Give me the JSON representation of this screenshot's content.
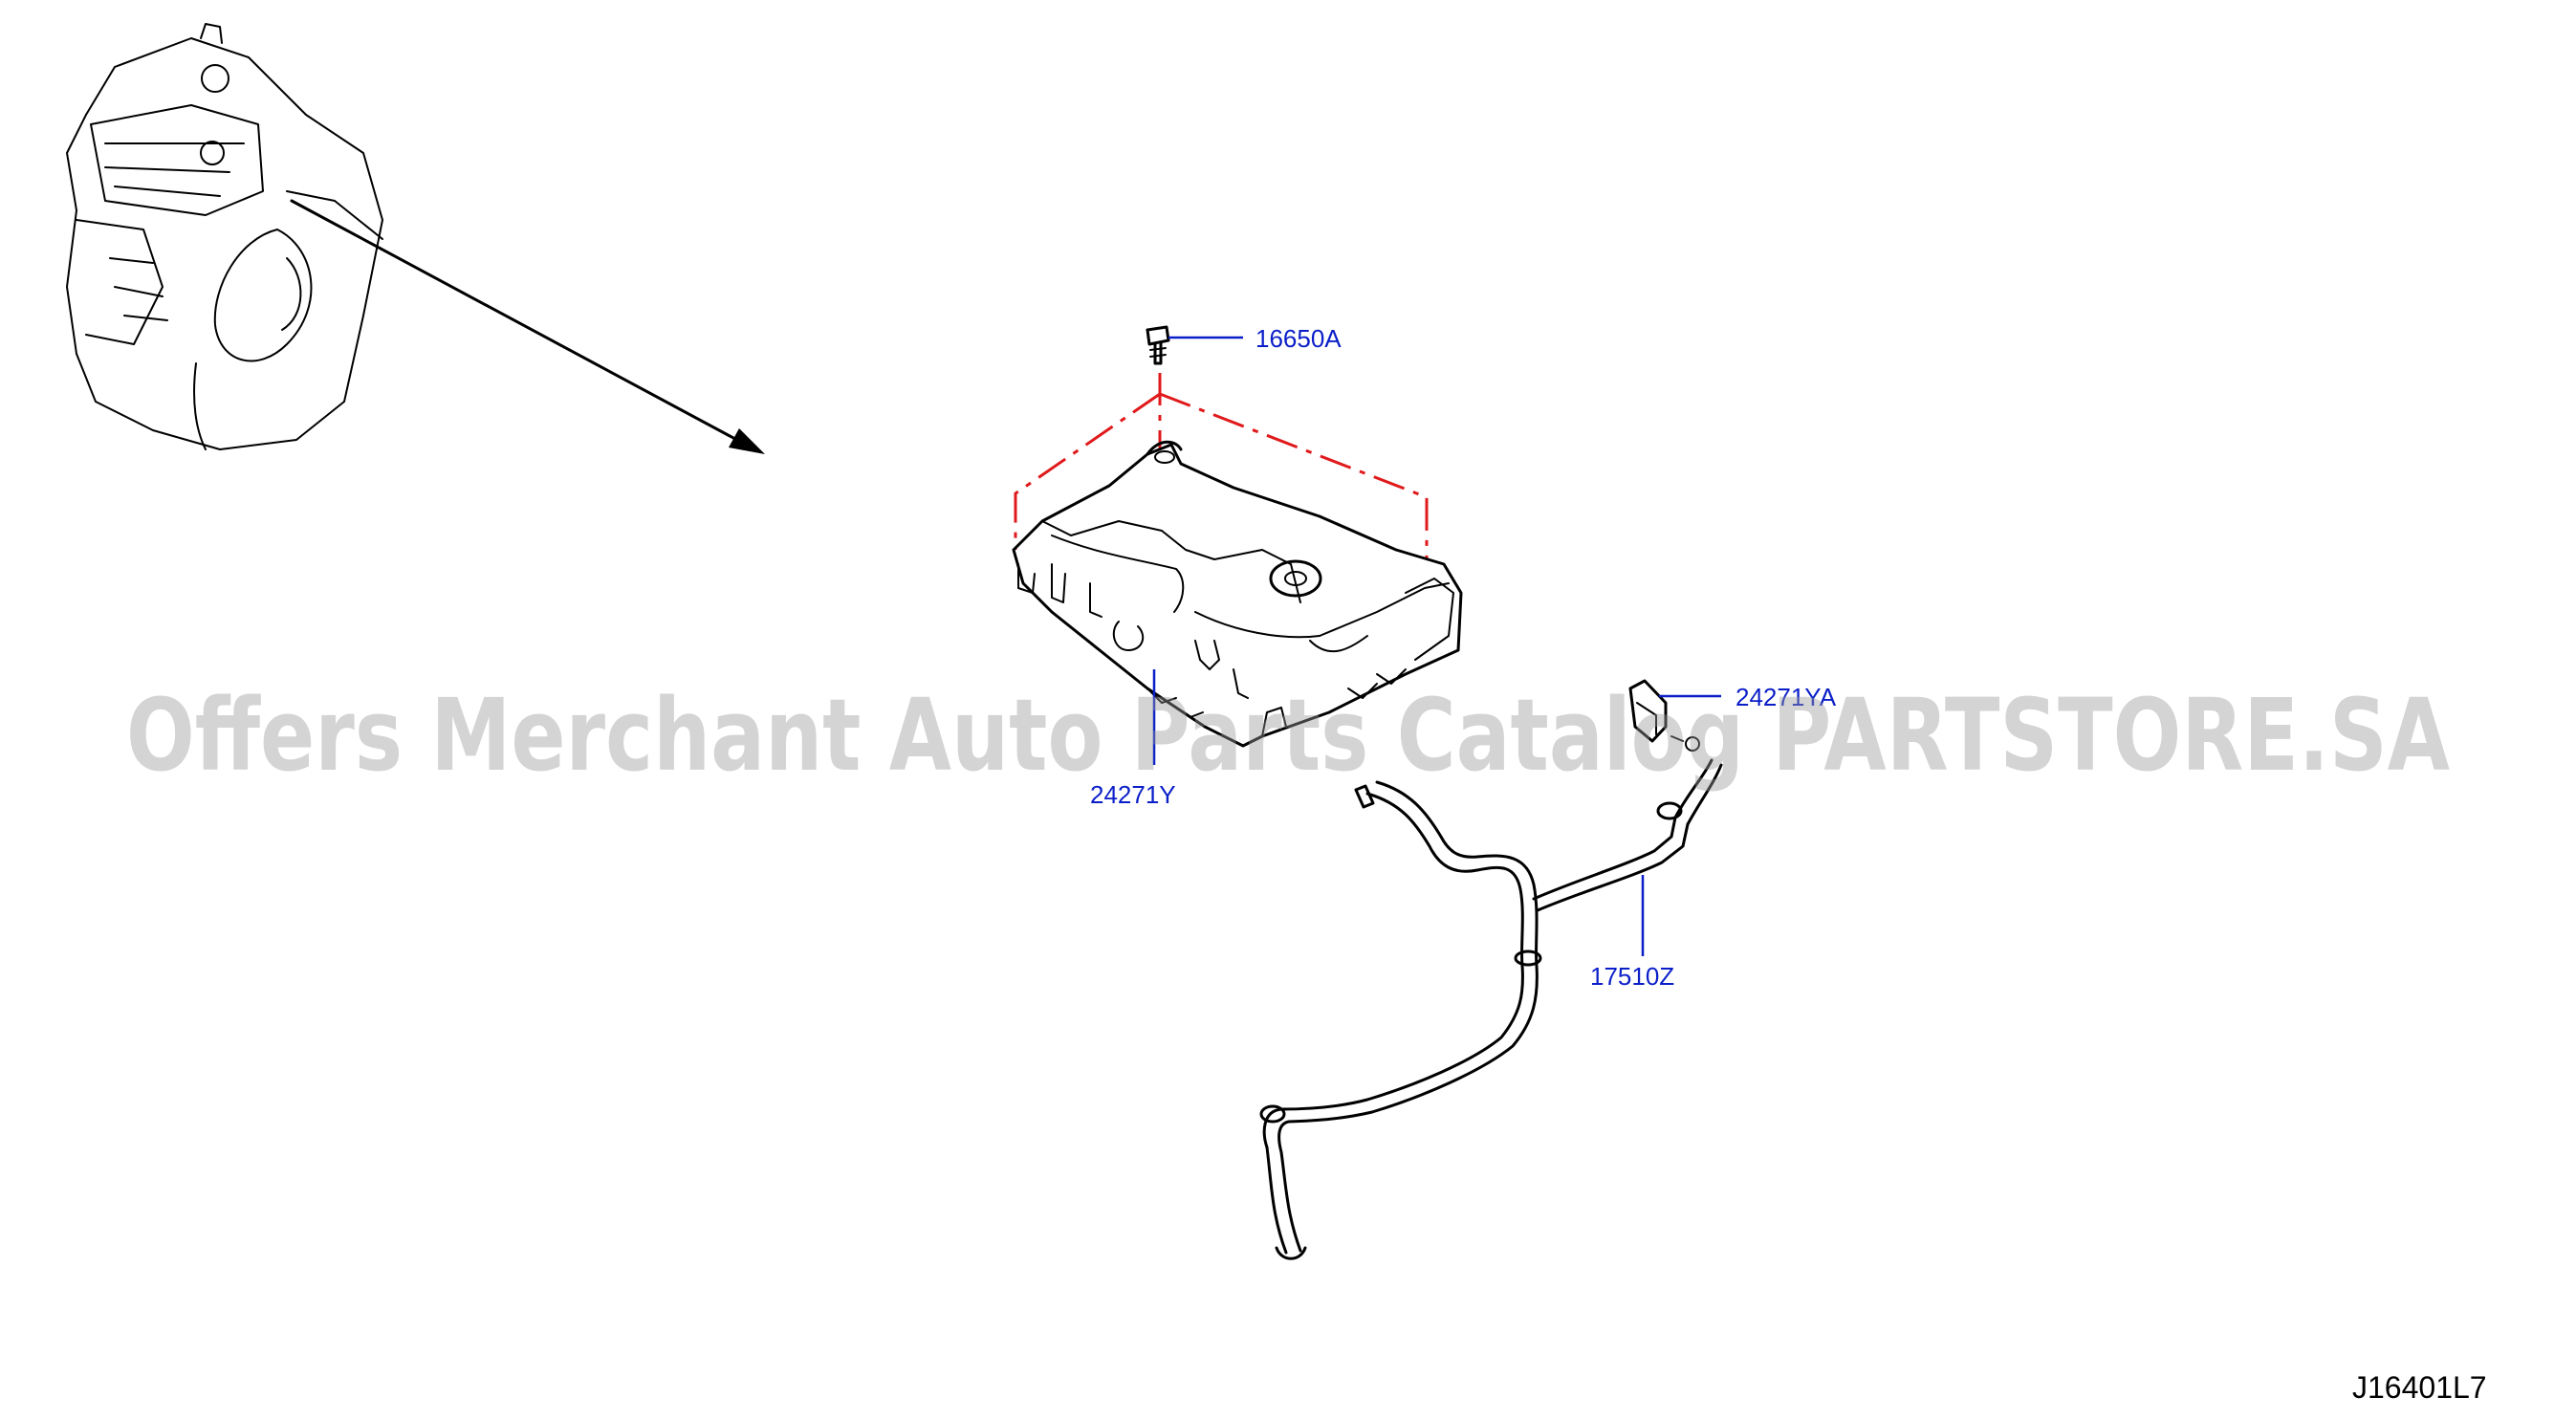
{
  "diagram": {
    "reference_code": "J16401L7",
    "watermark": "Offers Merchant Auto Parts Catalog PARTSTORE.SA",
    "parts": [
      {
        "part_number": "16650A",
        "component": "bolt"
      },
      {
        "part_number": "24271Y",
        "component": "harness protector cover"
      },
      {
        "part_number": "24271YA",
        "component": "clip bracket"
      },
      {
        "part_number": "17510Z",
        "component": "hose"
      }
    ]
  }
}
